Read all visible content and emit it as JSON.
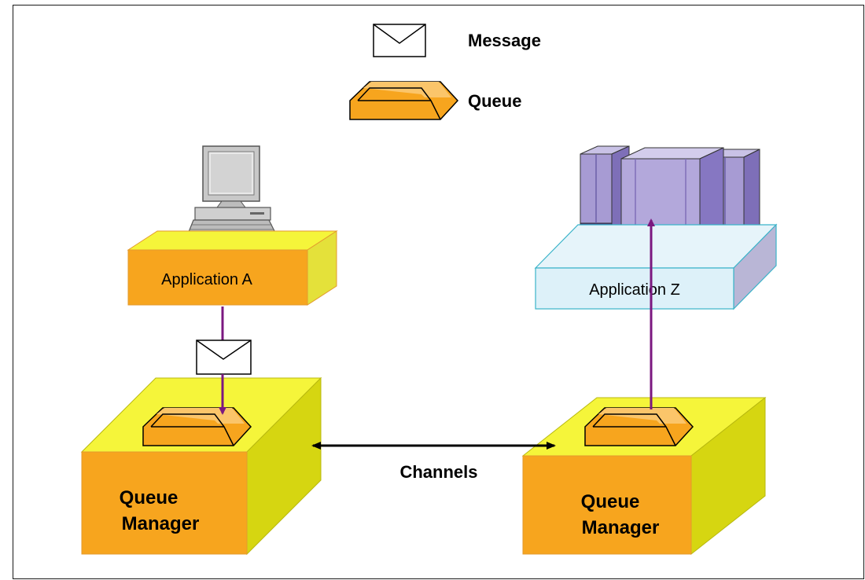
{
  "legend": {
    "message_label": "Message",
    "queue_label": "Queue"
  },
  "nodes": {
    "application_a": "Application A",
    "application_z": "Application Z",
    "queue_manager_left": [
      "Queue",
      "Manager"
    ],
    "queue_manager_right": [
      "Queue",
      "Manager"
    ]
  },
  "connection": {
    "channels_label": "Channels"
  },
  "colors": {
    "orange": "#F7A51E",
    "yellow_top": "#F5F53A",
    "yellow_side": "#D6D611",
    "purple_arrow": "#7B1880",
    "server_purple": "#9B8FC9",
    "app_z_face": "#DDF1F9",
    "app_z_border": "#3BB3C9"
  }
}
